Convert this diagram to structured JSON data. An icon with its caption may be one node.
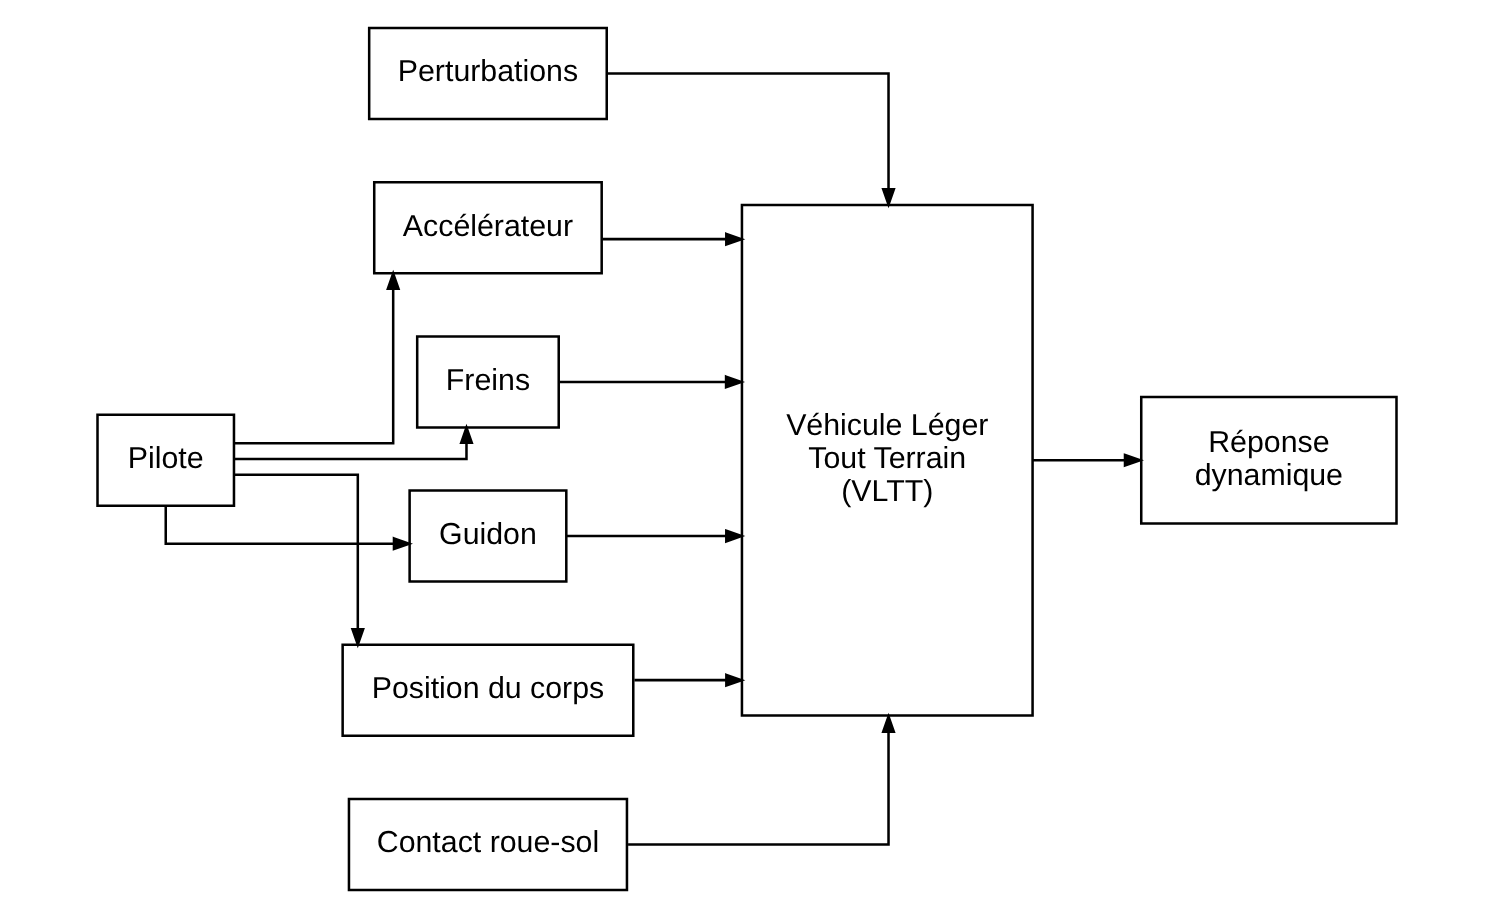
{
  "diagram": {
    "nodes": [
      {
        "text": [
          "Pilote"
        ]
      },
      {
        "text": [
          "Accélérateur"
        ]
      },
      {
        "text": [
          "Freins"
        ]
      },
      {
        "text": [
          "Guidon"
        ]
      },
      {
        "text": [
          "Position du corps"
        ]
      },
      {
        "text": [
          "Perturbations"
        ]
      },
      {
        "text": [
          "Véhicule Léger Tout Terrain (VLTT)"
        ]
      },
      {
        "text": [
          "Réponse dynamique"
        ]
      },
      {
        "text": [
          "Contact roue-sol"
        ]
      }
    ],
    "edges": [
      {
        "from": 0,
        "to": 1,
        "arrow": "to"
      },
      {
        "from": 0,
        "to": 2,
        "arrow": "to"
      },
      {
        "from": 0,
        "to": 3,
        "arrow": "to"
      },
      {
        "from": 0,
        "to": 4,
        "arrow": "to"
      },
      {
        "from": 1,
        "to": 6,
        "arrow": "to"
      },
      {
        "from": 2,
        "to": 6,
        "arrow": "to"
      },
      {
        "from": 3,
        "to": 6,
        "arrow": "to"
      },
      {
        "from": 4,
        "to": 6,
        "arrow": "to"
      },
      {
        "from": 5,
        "to": 6,
        "arrow": "to"
      },
      {
        "from": 8,
        "to": 6,
        "arrow": "to"
      },
      {
        "from": 6,
        "to": 7,
        "arrow": "to"
      }
    ]
  }
}
